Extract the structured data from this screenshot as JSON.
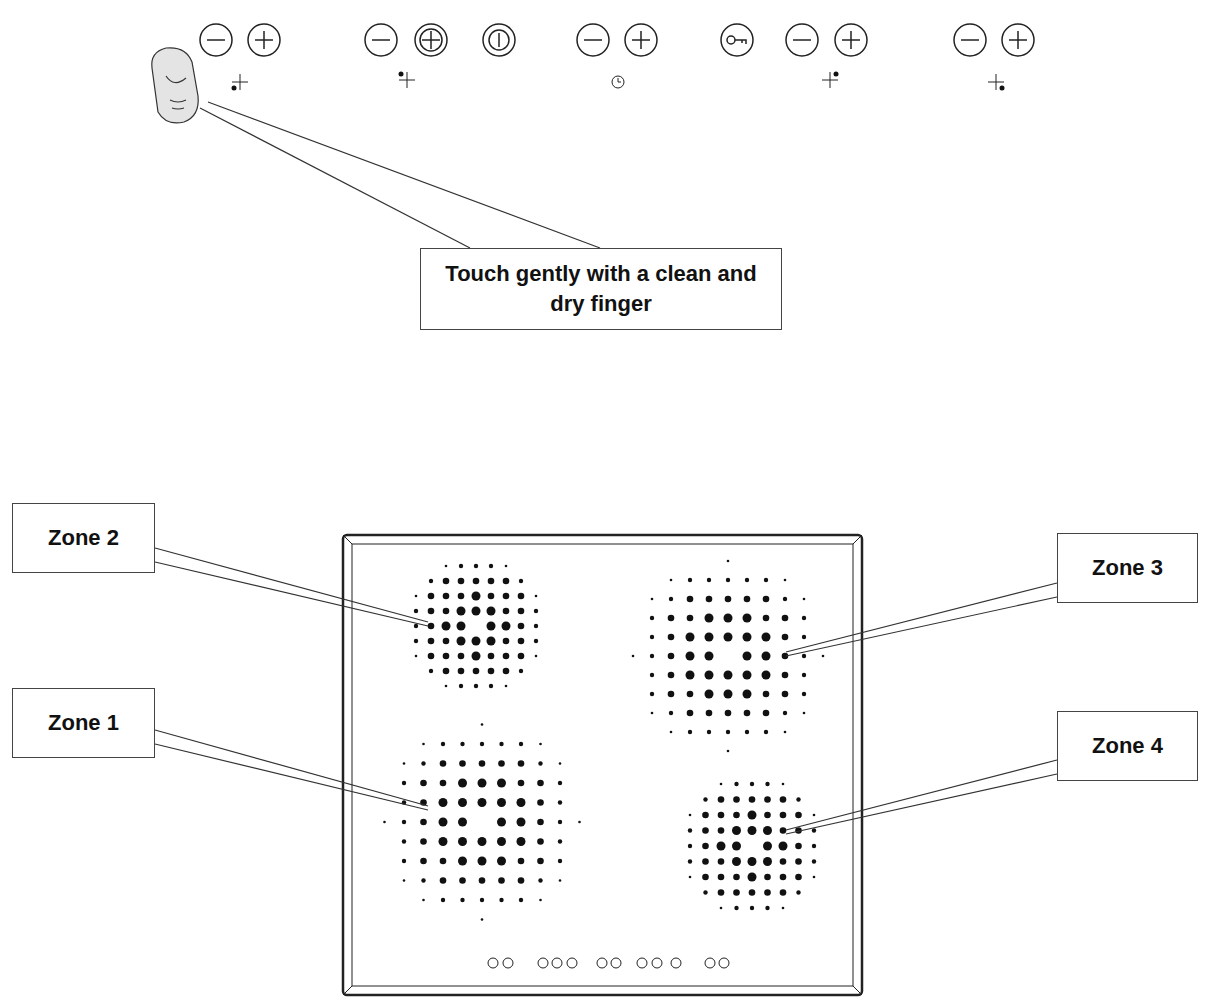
{
  "diagram": {
    "nodes": [
      {
        "text": [
          "Touch gently with a clean and dry finger"
        ]
      },
      {
        "text": [
          "Zone 2"
        ]
      },
      {
        "text": [
          "Zone 3"
        ]
      },
      {
        "text": [
          "Zone 1"
        ]
      },
      {
        "text": [
          "Zone 4"
        ]
      }
    ]
  }
}
